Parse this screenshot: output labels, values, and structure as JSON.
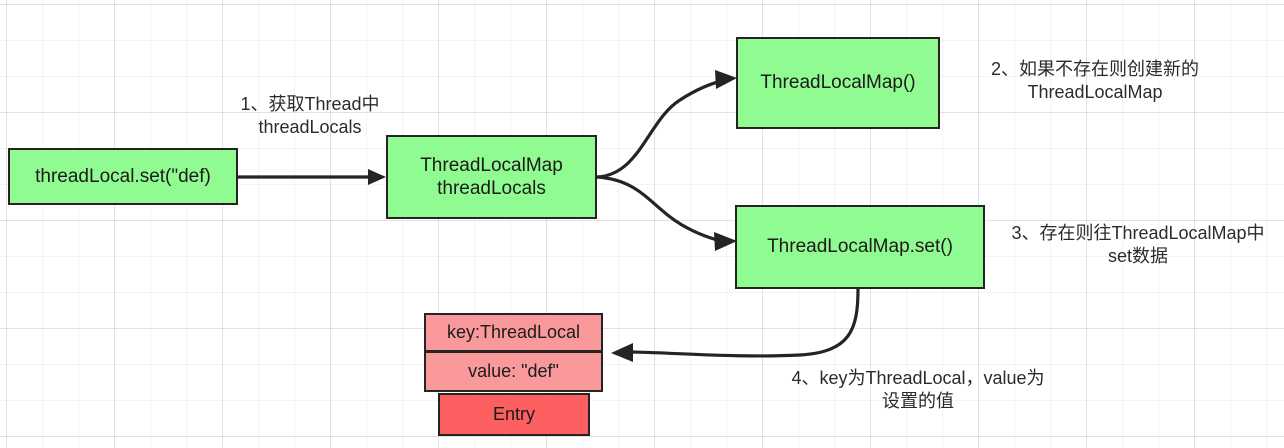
{
  "diagram": {
    "title": "ThreadLocal set flow",
    "colors": {
      "green_fill": "#90fb90",
      "pink_fill": "#f9999b",
      "red_fill": "#fb5f5f",
      "stroke": "#262322",
      "text": "#1b1b1b",
      "grid": "#e8e8e8"
    },
    "nodes": {
      "entry_call": "threadLocal.set(\"def)",
      "thread_locals": "ThreadLocalMap\nthreadLocals",
      "map_constructor": "ThreadLocalMap()",
      "map_set": "ThreadLocalMap.set()",
      "entry_key": "key:ThreadLocal",
      "entry_value": "value: \"def\"",
      "entry_name": "Entry"
    },
    "annotations": {
      "step1": "1、获取Thread中\nthreadLocals",
      "step2": "2、如果不存在则创建新的\nThreadLocalMap",
      "step3": "3、存在则往ThreadLocalMap中\nset数据",
      "step4": "4、key为ThreadLocal，value为\n设置的值"
    },
    "edges": [
      {
        "name": "set-to-threadlocals",
        "from": "threadLocal.set(\"def)",
        "to": "ThreadLocalMap threadLocals",
        "style": "straight-arrow"
      },
      {
        "name": "threadlocals-to-constructor",
        "from": "ThreadLocalMap threadLocals",
        "to": "ThreadLocalMap()",
        "style": "curved-arrow"
      },
      {
        "name": "threadlocals-to-set",
        "from": "ThreadLocalMap threadLocals",
        "to": "ThreadLocalMap.set()",
        "style": "curved-arrow"
      },
      {
        "name": "set-to-entry",
        "from": "ThreadLocalMap.set()",
        "to": "value: \"def\"",
        "style": "curved-arrow"
      }
    ]
  }
}
